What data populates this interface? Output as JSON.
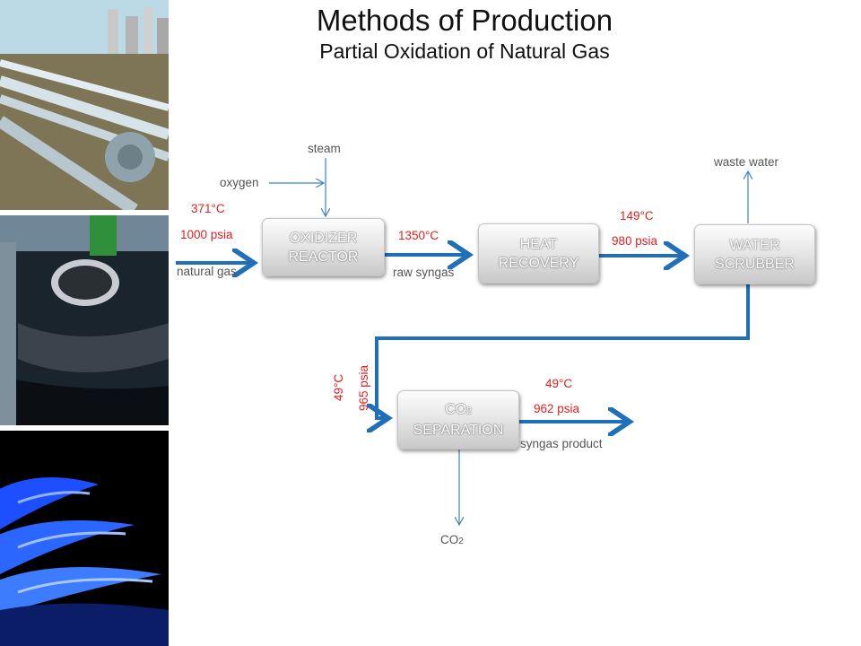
{
  "title": "Methods of Production",
  "subtitle": "Partial Oxidation of Natural Gas",
  "photos": [
    {
      "name": "refinery pipelines"
    },
    {
      "name": "diesel fuel nozzle"
    },
    {
      "name": "blue gas flame"
    }
  ],
  "units": {
    "oxidizer": {
      "line1": "OXIDIZER",
      "line2": "REACTOR"
    },
    "heat": {
      "line1": "HEAT",
      "line2": "RECOVERY"
    },
    "scrubber": {
      "line1": "WATER",
      "line2": "SCRUBBER"
    },
    "co2sep": {
      "line1_main": "CO",
      "line1_sub": "2",
      "line2": "SEPARATION"
    }
  },
  "streams": {
    "steam": "steam",
    "oxygen": "oxygen",
    "natural_gas": "natural gas",
    "raw_syngas": "raw syngas",
    "waste_water": "waste water",
    "syngas_product": "syngas product",
    "co2_main": "CO",
    "co2_sub": "2"
  },
  "conditions": {
    "ng_temp": "371°C",
    "ng_pressure": "1000 psia",
    "raw_temp": "1350°C",
    "heat_temp": "149°C",
    "heat_pressure": "980 psia",
    "sep_in_temp": "49°C",
    "sep_in_pressure": "965 psia",
    "product_temp": "49°C",
    "product_pressure": "962 psia"
  },
  "colors": {
    "main_flow": "#1f6fba",
    "minor_flow": "#3a83c4",
    "condition_text": "#e02020",
    "stream_text": "#555555"
  }
}
